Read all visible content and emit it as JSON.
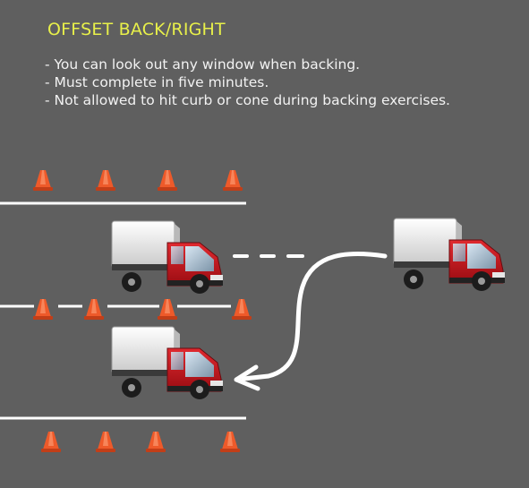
{
  "title": "OFFSET BACK/RIGHT",
  "rules": [
    "- You can look out any window when backing.",
    "- Must complete in five minutes.",
    "- Not allowed to hit curb or cone during backing exercises."
  ],
  "colors": {
    "background": "#5f5f5f",
    "title": "#e8f04a",
    "text": "#f2f2f2",
    "cone": "#e8502a",
    "truck_cab": "#c8141c",
    "lines": "#ffffff"
  },
  "icons": [
    "traffic-cone-icon",
    "box-truck-icon",
    "curved-arrow-icon"
  ]
}
